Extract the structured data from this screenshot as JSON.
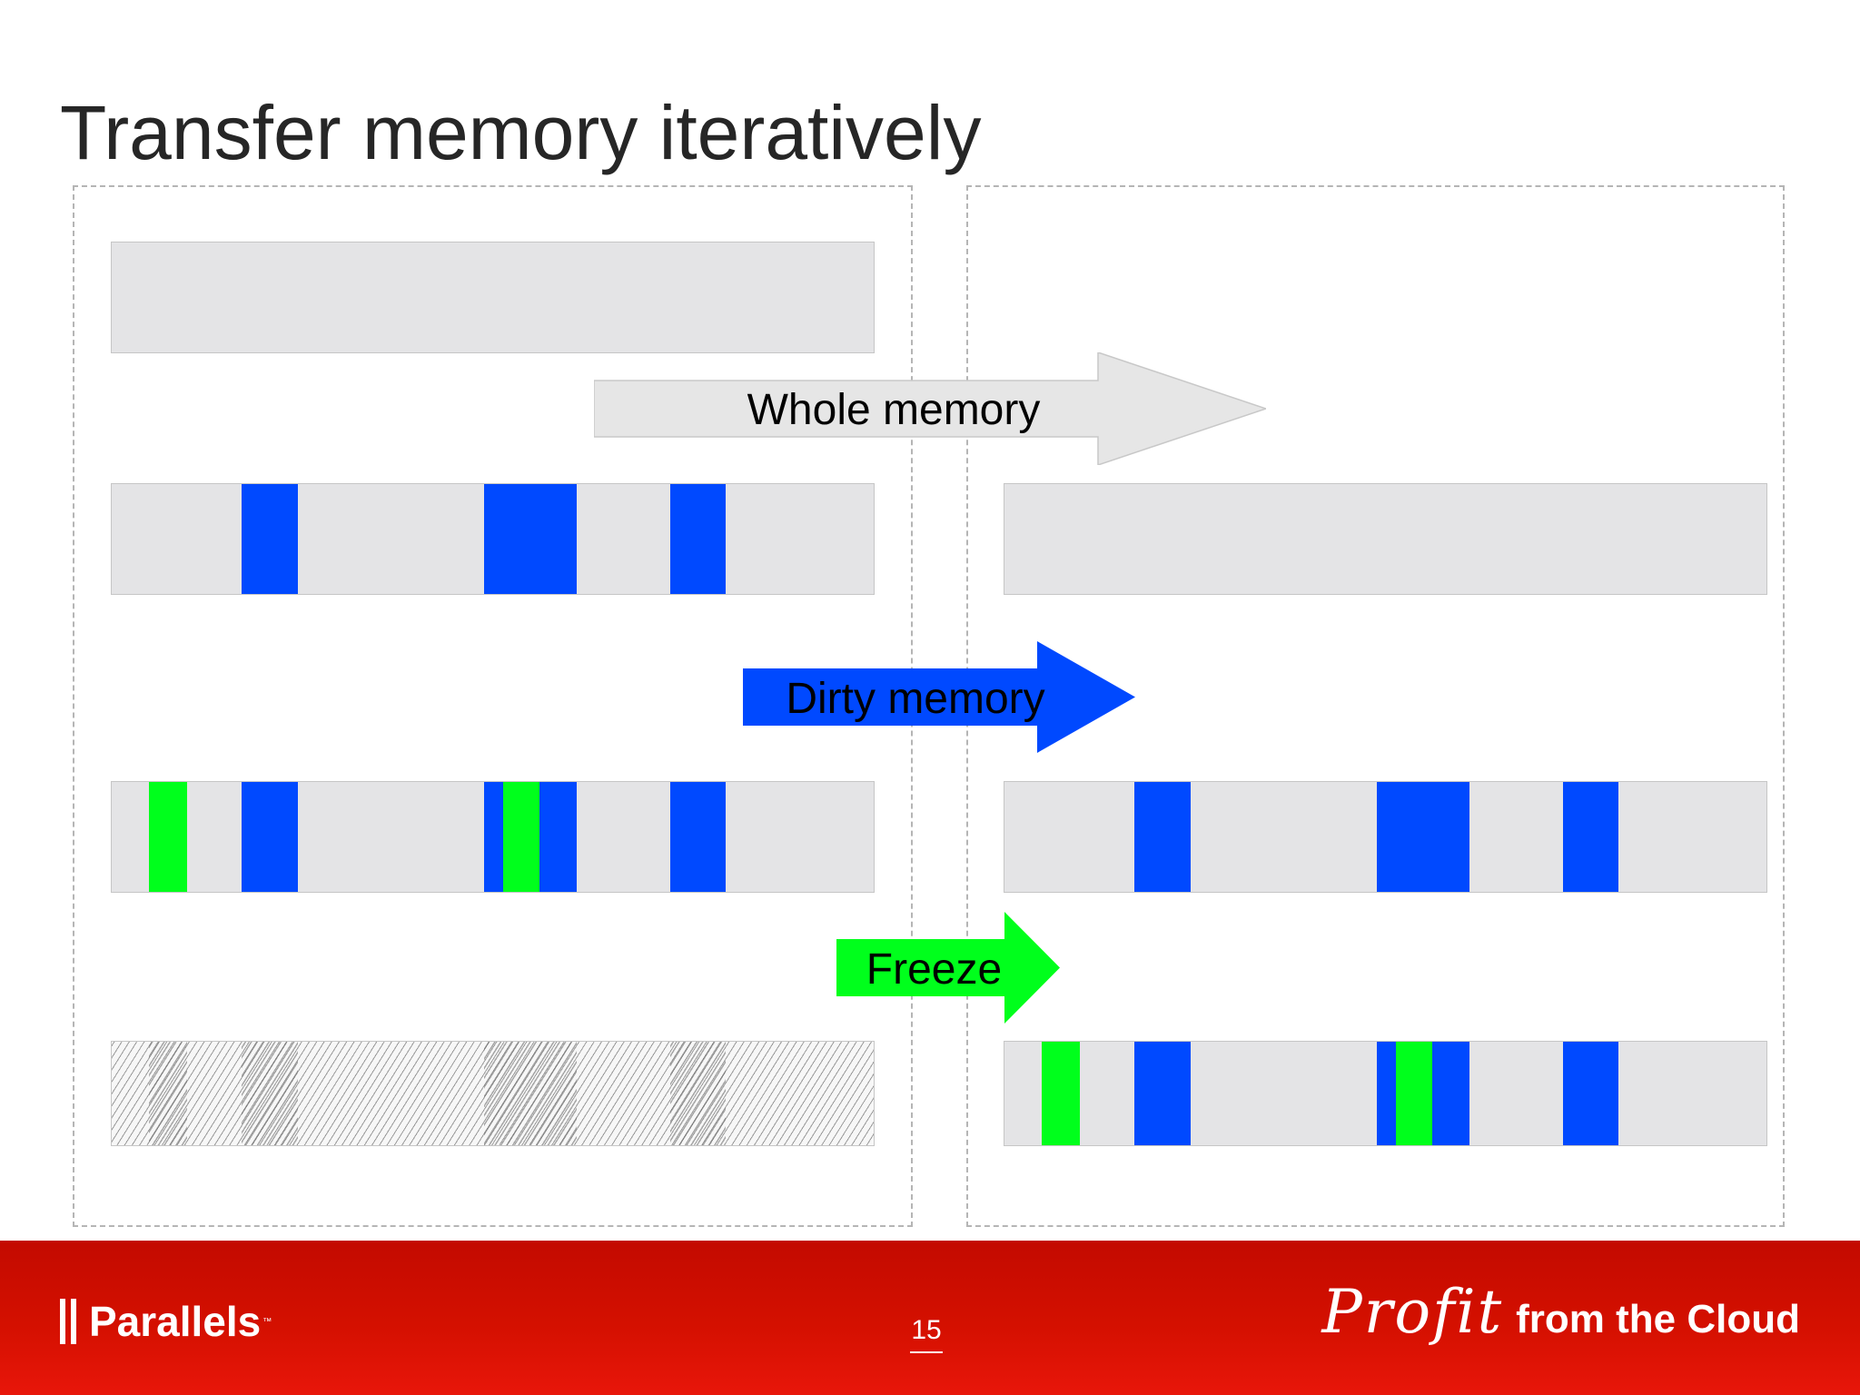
{
  "slide": {
    "title": "Transfer memory iteratively",
    "page_number": "15"
  },
  "arrows": {
    "whole_memory": "Whole memory",
    "dirty_memory": "Dirty memory",
    "freeze": "Freeze"
  },
  "footer": {
    "brand": "Parallels",
    "brand_mark": "™",
    "tagline_script": "Profit",
    "tagline_rest": "from the Cloud"
  },
  "colors": {
    "dirty": "#0049ff",
    "freeze": "#00ff1c",
    "memory": "#e4e4e6",
    "footer": "#d41000"
  }
}
